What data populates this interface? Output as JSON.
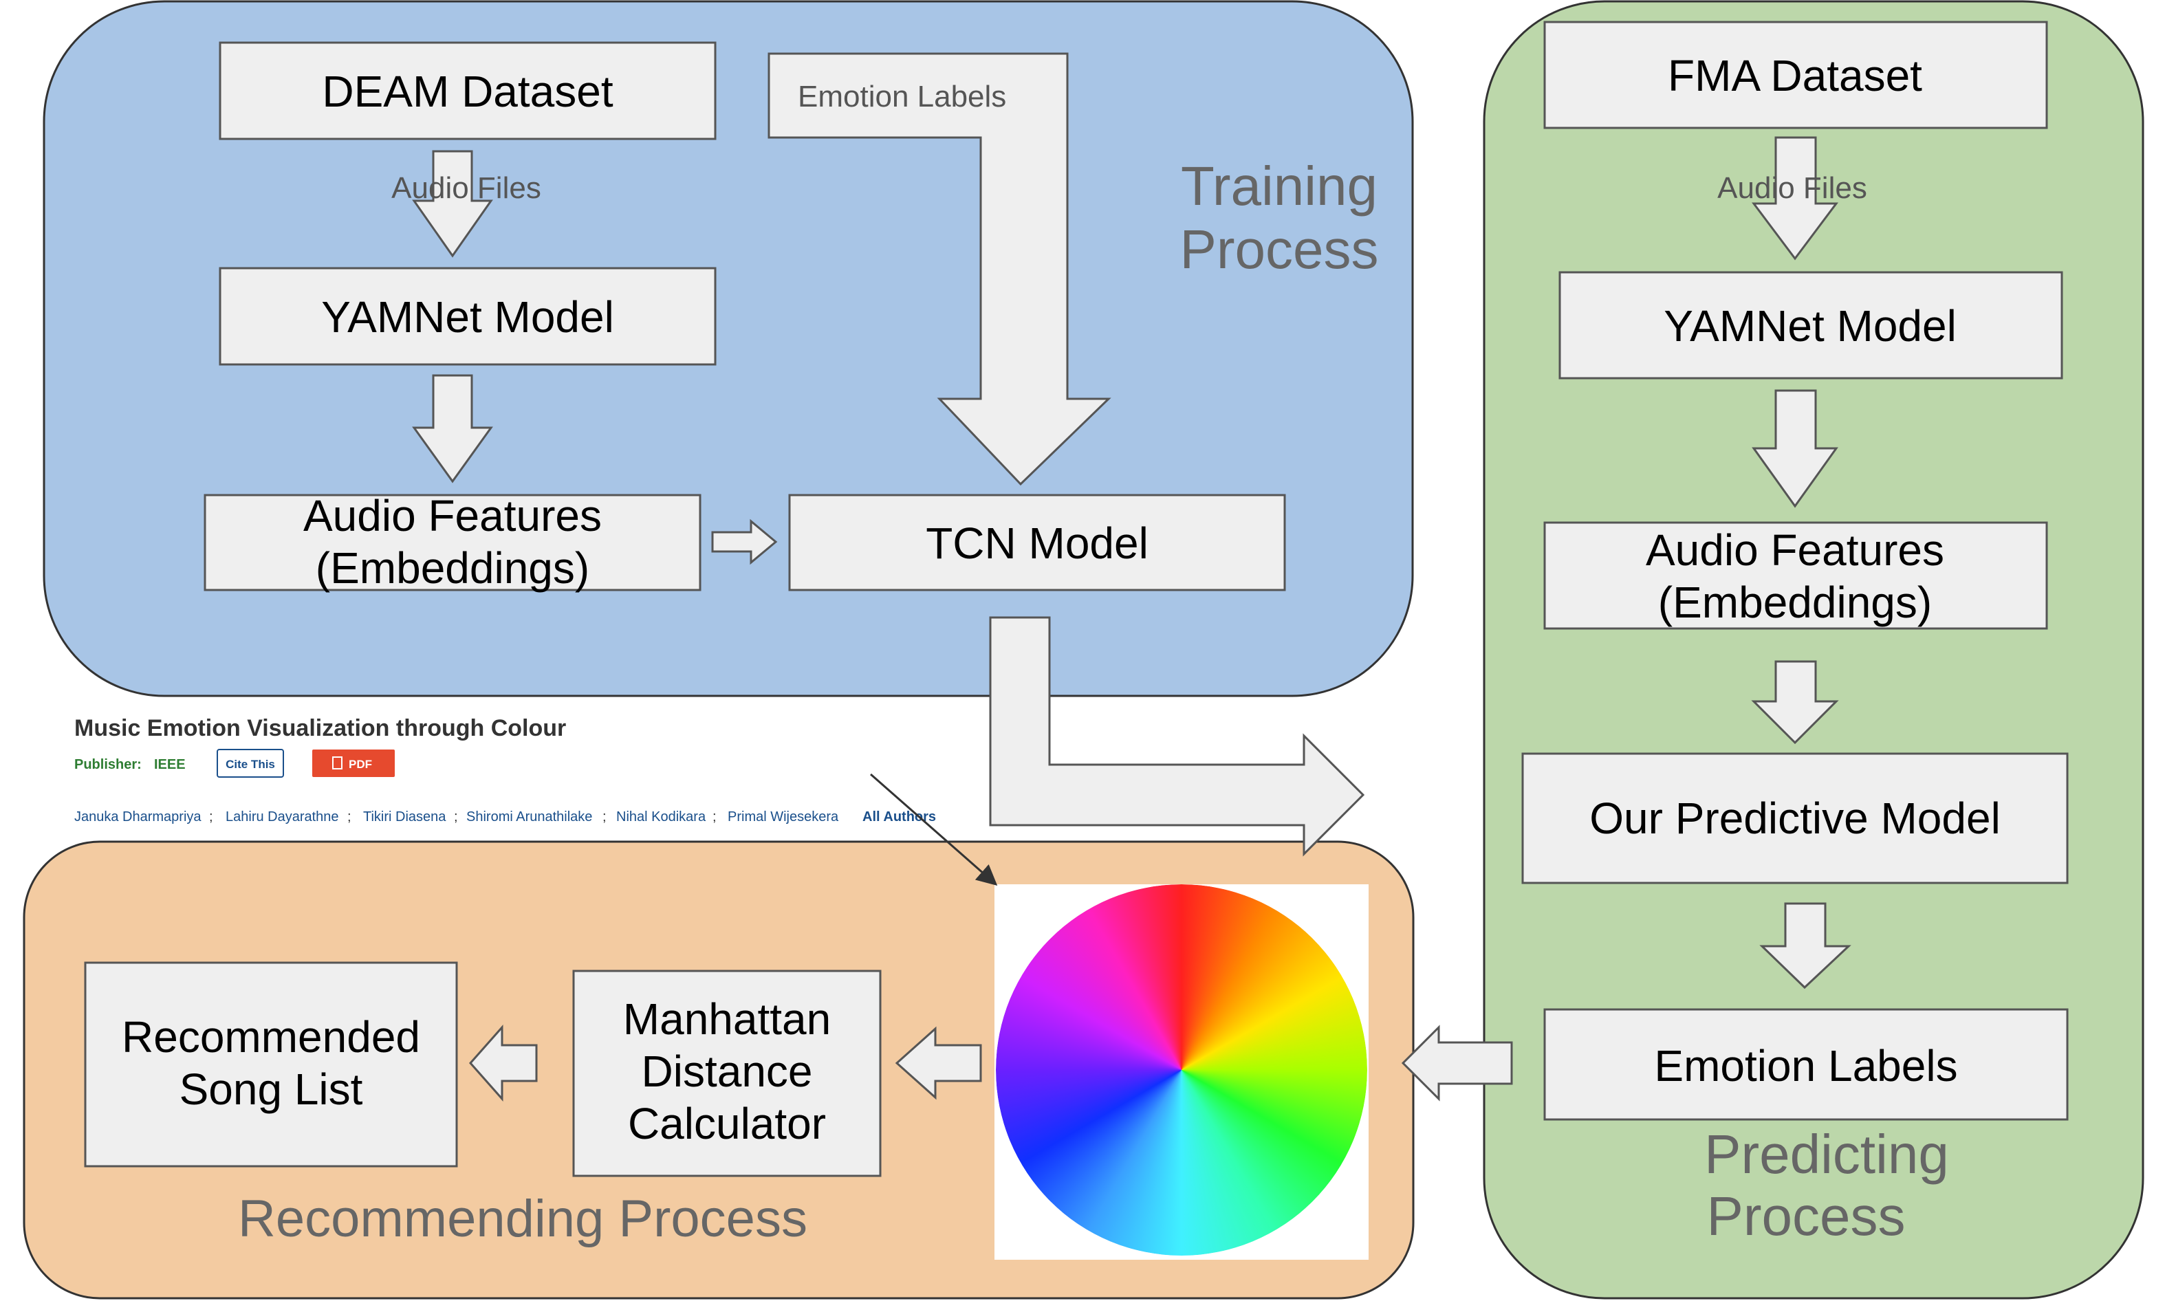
{
  "training": {
    "title_line1": "Training",
    "title_line2": "Process",
    "deam_dataset": "DEAM Dataset",
    "audio_files": "Audio Files",
    "yamnet_model": "YAMNet Model",
    "audio_features_line1": "Audio Features",
    "audio_features_line2": "(Embeddings)",
    "emotion_labels": "Emotion Labels",
    "tcn_model": "TCN Model"
  },
  "predicting": {
    "title_line1": "Predicting",
    "title_line2": "Process",
    "fma_dataset": "FMA Dataset",
    "audio_files": "Audio Files",
    "yamnet_model": "YAMNet Model",
    "audio_features_line1": "Audio Features",
    "audio_features_line2": "(Embeddings)",
    "predictive_model": "Our Predictive Model",
    "emotion_labels": "Emotion Labels"
  },
  "recommending": {
    "title": "Recommending Process",
    "manhattan_line1": "Manhattan",
    "manhattan_line2": "Distance",
    "manhattan_line3": "Calculator",
    "recommended_line1": "Recommended",
    "recommended_line2": "Song List"
  },
  "paper": {
    "title": "Music Emotion Visualization through Colour",
    "publisher_label": "Publisher:",
    "publisher_name": "IEEE",
    "cite_button": "Cite This",
    "pdf_button": "PDF",
    "authors": [
      "Januka Dharmapriya",
      "Lahiru Dayarathne",
      "Tikiri Diasena",
      "Shiromi Arunathilake",
      "Nihal Kodikara",
      "Primal Wijesekera"
    ],
    "all_authors": "All Authors"
  },
  "colors": {
    "training_bg": "#a8c5e6",
    "predicting_bg": "#bcd7aa",
    "recommending_bg": "#f3cba1",
    "box_fill": "#efefef",
    "region_text": "#666666",
    "publisher_green": "#2e7d32",
    "link_blue": "#1a4f8b",
    "pdf_red": "#e64a2e"
  }
}
